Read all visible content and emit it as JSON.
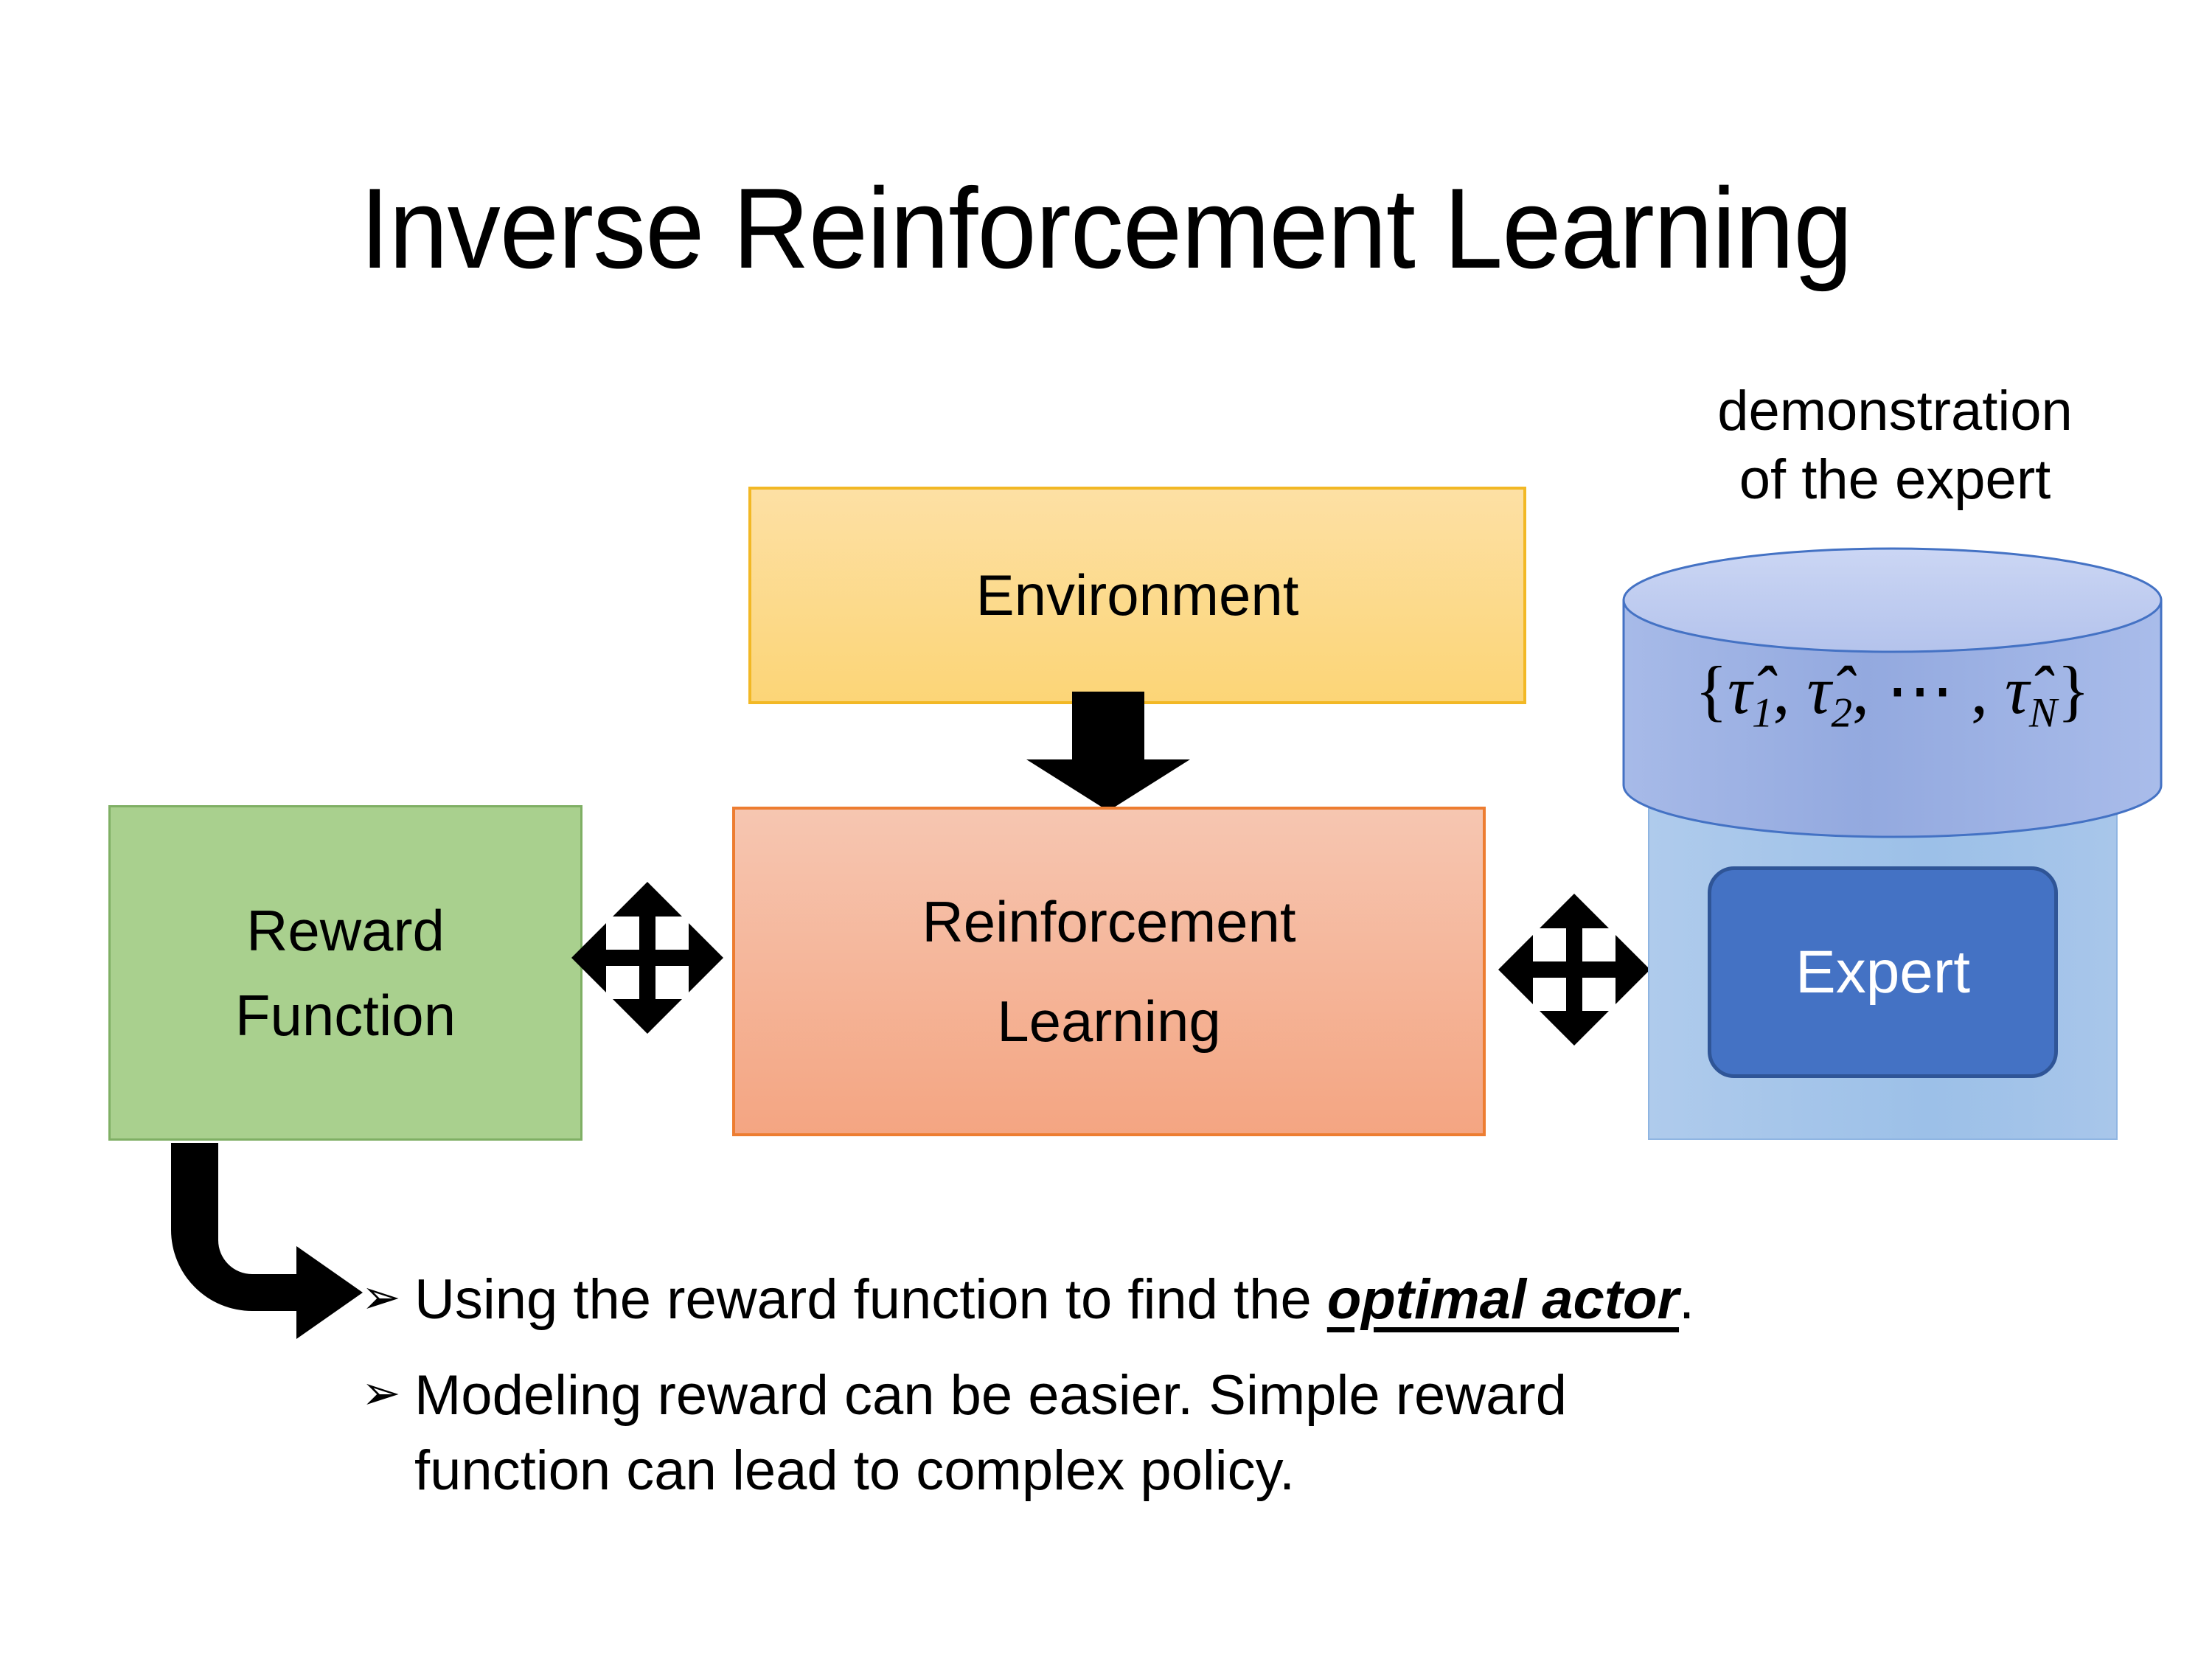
{
  "slide": {
    "title": "Inverse Reinforcement Learning",
    "background_color": "#ffffff"
  },
  "diagram": {
    "environment": {
      "label": "Environment",
      "fill_top": "#FDE0A4",
      "fill_bottom": "#FCD577",
      "border_color": "#F2B825"
    },
    "reinforcement_learning": {
      "label_line1": "Reinforcement",
      "label_line2": "Learning",
      "fill_top": "#F6C6B1",
      "fill_bottom": "#F4A582",
      "border_color": "#ED7D31"
    },
    "reward_function": {
      "label_line1": "Reward",
      "label_line2": "Function",
      "fill": "#A9D08E",
      "border_color": "#7FAF64"
    },
    "demonstration": {
      "caption_line1": "demonstration",
      "caption_line2": "of the expert",
      "formula_open": "{",
      "formula_tau1": "τ̂",
      "formula_sub1": "1",
      "formula_sep1": ", ",
      "formula_tau2": "τ̂",
      "formula_sub2": "2",
      "formula_sep2": ", ⋯ , ",
      "formula_tau3": "τ̂",
      "formula_sub3": "N",
      "formula_close": "}",
      "cylinder_body_color": "#9CB1E3",
      "cylinder_top_color": "#C3D0F0",
      "cylinder_stroke": "#4472C4"
    },
    "expert": {
      "label": "Expert",
      "fill": "#4472C4",
      "border_color": "#2F5597",
      "text_color": "#FFFFFF",
      "panel_fill": "#A3C2E9"
    },
    "arrows": {
      "environment_to_rl": "down-arrow-icon",
      "reward_rl_link": "four-way-arrow-icon",
      "rl_expert_link": "four-way-arrow-icon",
      "reward_to_bullet": "elbow-arrow-icon",
      "color": "#000000"
    }
  },
  "bullets": [
    {
      "marker": "➢",
      "text_before": "Using the reward function to find the ",
      "emphasis": "optimal actor",
      "text_after": ".",
      "text_line2": ""
    },
    {
      "marker": "➢",
      "text_before": "Modeling reward can be easier. Simple reward",
      "emphasis": "",
      "text_after": "",
      "text_line2": "function can lead to complex policy."
    }
  ]
}
